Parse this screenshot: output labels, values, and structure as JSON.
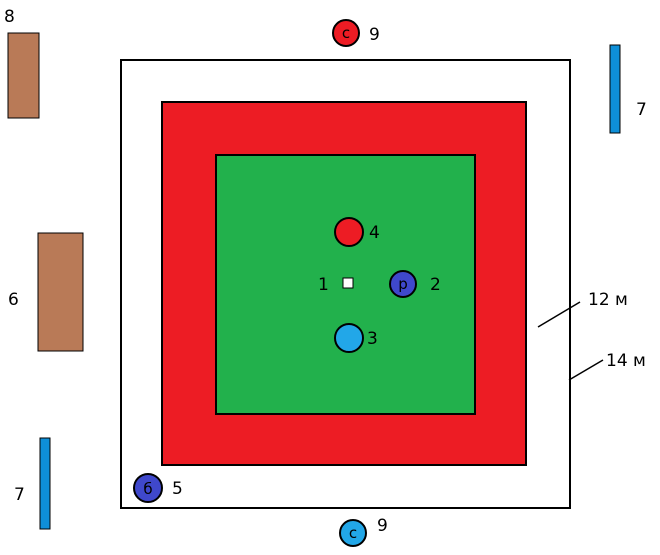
{
  "colors": {
    "outer_fill": "#ffffff",
    "middle_fill": "#ed1c24",
    "inner_fill": "#22b14c",
    "brown": "#b97a57",
    "blue_bar": "#0e8fd8",
    "red_circle": "#ed1c24",
    "light_blue_circle": "#22a7e8",
    "dark_blue_circle": "#3f48cc",
    "outline": "#000000"
  },
  "labels": {
    "top_left_number": "8",
    "left_middle_number": "6",
    "top_right_bar_number": "7",
    "bottom_left_bar_number": "7",
    "top_circle_letter": "с",
    "top_circle_number": "9",
    "bottom_circle_letter": "с",
    "bottom_circle_number": "9",
    "center_square_number": "1",
    "p_circle_letter": "р",
    "p_circle_number": "2",
    "red_circle_number": "4",
    "blue_circle_number": "3",
    "corner_circle_letter": "б",
    "corner_circle_number": "5",
    "dimension_12": "12 м",
    "dimension_14": "14 м"
  }
}
